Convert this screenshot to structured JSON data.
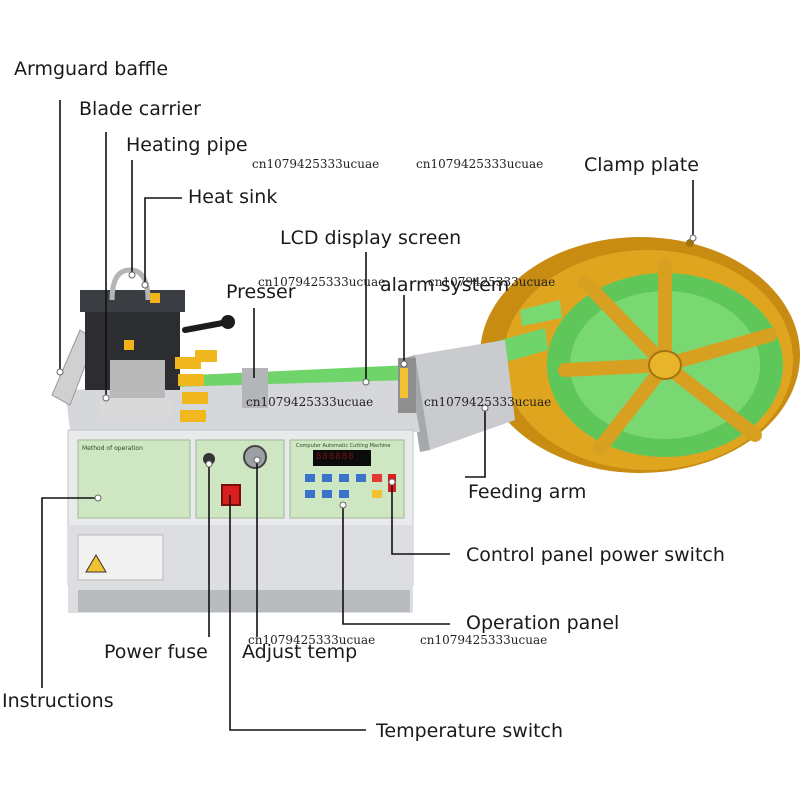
{
  "labels": {
    "armguard_baffle": "Armguard baffle",
    "blade_carrier": "Blade carrier",
    "heating_pipe": "Heating pipe",
    "heat_sink": "Heat sink",
    "lcd_display_screen": "LCD display screen",
    "presser": "Presser",
    "alarm_system": "alarm system",
    "clamp_plate": "Clamp plate",
    "feeding_arm": "Feeding arm",
    "control_panel_power_switch": "Control panel power switch",
    "operation_panel": "Operation panel",
    "power_fuse": "Power fuse",
    "adjust_temp": "Adjust temp",
    "instructions": "Instructions",
    "temperature_switch": "Temperature switch"
  },
  "watermarks": [
    "cn1079425333ucuae",
    "cn1079425333ucuae",
    "cn1079425333ucuae",
    "cn1079425333ucuae",
    "cn1079425333ucuae",
    "cn1079425333ucuae",
    "cn1079425333ucuae",
    "cn1079425333ucuae"
  ],
  "panels": {
    "instructions_title": "Method of operation",
    "lcd_panel_title": "Computer Automatic Cutting Machine",
    "lcd_readout": "888888"
  },
  "colors": {
    "tape_green": "#6fd46a",
    "reel_gold": "#e0a51f",
    "panel_green": "#cfe6c3",
    "machine_white": "#e9eaec",
    "label_text": "#1a1a1a",
    "power_switch_red": "#d81e1e"
  }
}
